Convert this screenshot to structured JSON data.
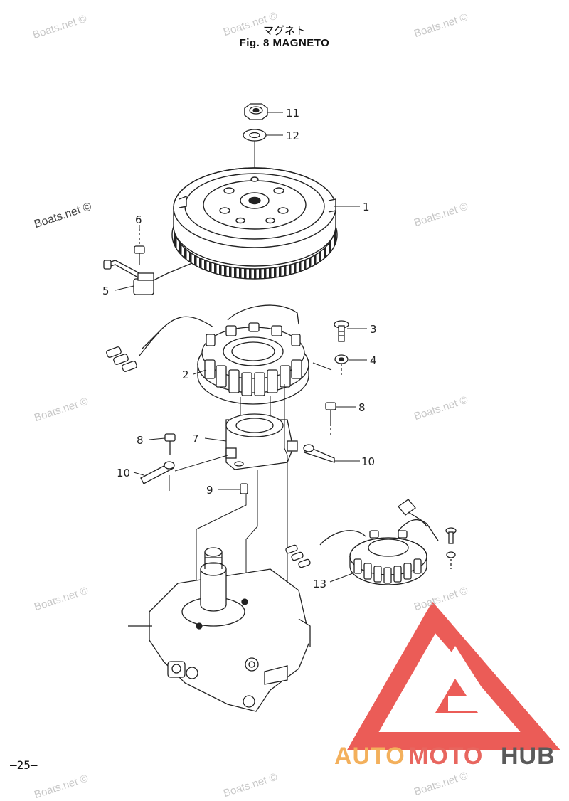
{
  "header": {
    "title_jp": "マグネト",
    "title_en": "Fig. 8    MAGNETO"
  },
  "watermark": {
    "text": "Boats.net ©"
  },
  "page_number": "—25—",
  "callouts": {
    "c1": "1",
    "c2": "2",
    "c3": "3",
    "c4": "4",
    "c5": "5",
    "c6": "6",
    "c7": "7",
    "c8a": "8",
    "c8b": "8",
    "c9": "9",
    "c10a": "10",
    "c10b": "10",
    "c11": "11",
    "c12": "12",
    "c13": "13"
  },
  "logo": {
    "word_auto": "AUTO",
    "word_moto": "MOTO",
    "word_hub": "HUB",
    "colors": {
      "auto": "#f3b05c",
      "moto": "#e8665f",
      "hub": "#5a5a5a",
      "triangle": "#e8403a"
    }
  }
}
